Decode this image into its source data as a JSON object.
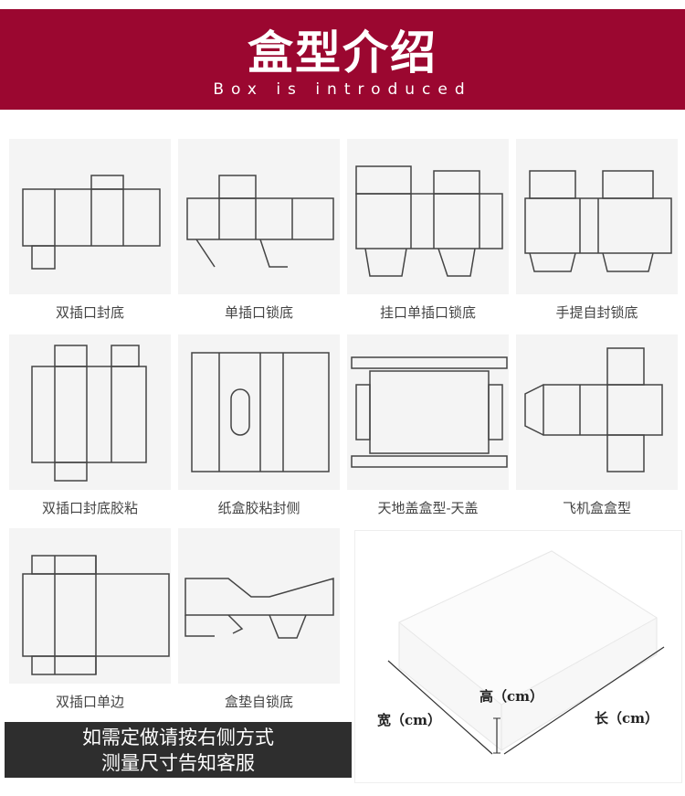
{
  "header": {
    "title": "盒型介绍",
    "subtitle": "Box is introduced",
    "bg": "#9b0730"
  },
  "box_types": [
    {
      "label": "双插口封底"
    },
    {
      "label": "单插口锁底"
    },
    {
      "label": "挂口单插口锁底"
    },
    {
      "label": "手提自封锁底"
    },
    {
      "label": "双插口封底胶粘"
    },
    {
      "label": "纸盒胶粘封侧"
    },
    {
      "label": "天地盖盒型-天盖"
    },
    {
      "label": "飞机盒盒型"
    },
    {
      "label": "双插口单边"
    },
    {
      "label": "盒垫自锁底"
    }
  ],
  "note": {
    "line1": "如需定做请按右侧方式",
    "line2": "测量尺寸告知客服"
  },
  "dimensions": {
    "height": "高（cm）",
    "width": "宽（cm）",
    "length": "长（cm）"
  }
}
